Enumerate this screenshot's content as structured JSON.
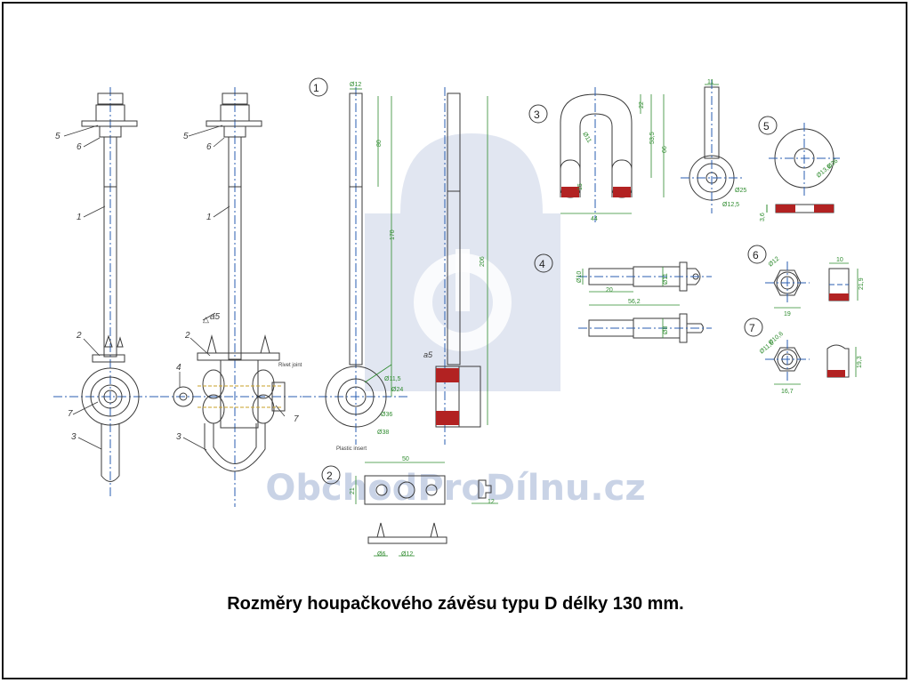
{
  "caption": "Rozměry houpačkového závěsu typu D délky 130 mm.",
  "watermark": "ObchodProDílnu.cz",
  "colors": {
    "line": "#3a3a3a",
    "dimension": "#2e8b2e",
    "centerline": "#2a5db0",
    "section": "#b22222",
    "watermark": "#c9d3e6"
  },
  "part_numbers": {
    "p1": "1",
    "p2": "2",
    "p3": "3",
    "p4": "4",
    "p5": "5",
    "p6": "6",
    "p7": "7"
  },
  "callouts": {
    "c5": "5",
    "c6": "6",
    "c1": "1",
    "c2": "2",
    "c7": "7",
    "c3": "3",
    "c4": "4"
  },
  "dimensions": {
    "rod_dia": "Ø12",
    "rod_len_80": "80",
    "rod_len_170": "170",
    "rod_len_206": "206",
    "ring_115": "Ø11,5",
    "ring_24": "Ø24",
    "ring_36": "Ø36",
    "ring_38": "Ø38",
    "weld": "a5",
    "weld2": "a5",
    "shackle_11": "Ø11",
    "shackle_22": "22",
    "shackle_53": "53,5",
    "shackle_66": "66",
    "shackle_44": "44",
    "shackle_15": "15",
    "shackle_top": "11",
    "shackle_25": "Ø25",
    "shackle_125": "Ø12,5",
    "pin_10": "Ø10",
    "pin_11": "Ø11",
    "pin_20": "20",
    "pin_56": "56,2",
    "pin_8": "Ø8",
    "washer_36": "Ø36",
    "washer_136": "Ø13,6",
    "washer_36t": "3,6",
    "nut_12": "Ø12",
    "nut_19": "19",
    "nut_10": "10",
    "nut_219": "21,9",
    "lnut_106": "Ø10,6",
    "lnut_115": "Ø11,5",
    "lnut_167": "16,7",
    "lnut_193": "19,3",
    "plate_50": "50",
    "plate_21": "21",
    "plate_12": "12",
    "plate_d6": "Ø6",
    "plate_d12": "Ø12"
  },
  "notes": {
    "rivet": "Rivet joint",
    "plastic": "Plastic insert"
  }
}
